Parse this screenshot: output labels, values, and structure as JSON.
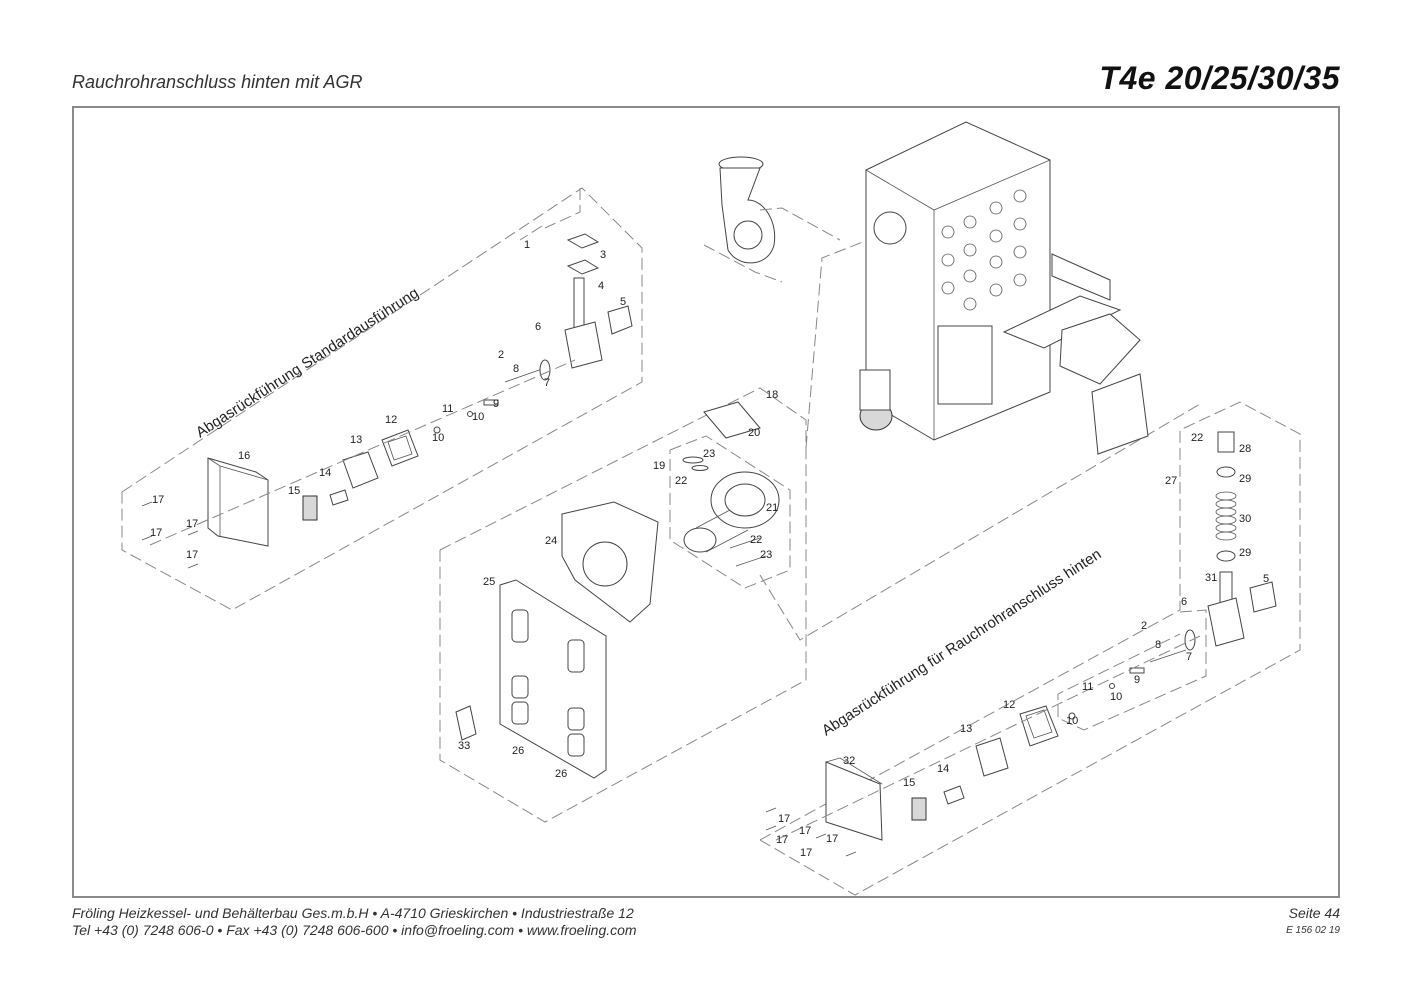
{
  "header": {
    "subtitle": "Rauchrohranschluss hinten mit AGR",
    "title": "T4e 20/25/30/35"
  },
  "diagram": {
    "group_left_title": "Abgasrückführung Standardausführung",
    "group_right_title": "Abgasrückführung für Rauchrohranschluss hinten",
    "part_labels": {
      "l1": "1",
      "l3": "3",
      "l4": "4",
      "l5": "5",
      "l6": "6",
      "l2": "2",
      "l8": "8",
      "l7": "7",
      "l11": "11",
      "l10a": "10",
      "l10b": "10",
      "l9": "9",
      "l12": "12",
      "l13": "13",
      "l16": "16",
      "l14": "14",
      "l15": "15",
      "l17a": "17",
      "l17b": "17",
      "l17c": "17",
      "l17d": "17",
      "l18": "18",
      "l20": "20",
      "l19": "19",
      "l23a": "23",
      "l22a": "22",
      "l21": "21",
      "l24": "24",
      "l22b": "22",
      "l23b": "23",
      "l25": "25",
      "l26a": "26",
      "l26b": "26",
      "l33": "33",
      "r22": "22",
      "r28": "28",
      "r27": "27",
      "r29a": "29",
      "r30": "30",
      "r29b": "29",
      "r31": "31",
      "r5": "5",
      "r6": "6",
      "r2": "2",
      "r8": "8",
      "r7": "7",
      "r11": "11",
      "r10a": "10",
      "r10b": "10",
      "r9": "9",
      "r12": "12",
      "r13": "13",
      "r32": "32",
      "r15": "15",
      "r14": "14",
      "r17a": "17",
      "r17b": "17",
      "r17c": "17",
      "r17d": "17",
      "r17e": "17"
    }
  },
  "footer": {
    "line1": "Fröling Heizkessel- und Behälterbau Ges.m.b.H   •  A-4710 Grieskirchen   •  Industriestraße 12",
    "line2": "Tel +43 (0) 7248 606-0   •  Fax +43 (0) 7248 606-600  •  info@froeling.com   •  www.froeling.com",
    "page": "Seite 44",
    "code": "E 156 02 19"
  }
}
